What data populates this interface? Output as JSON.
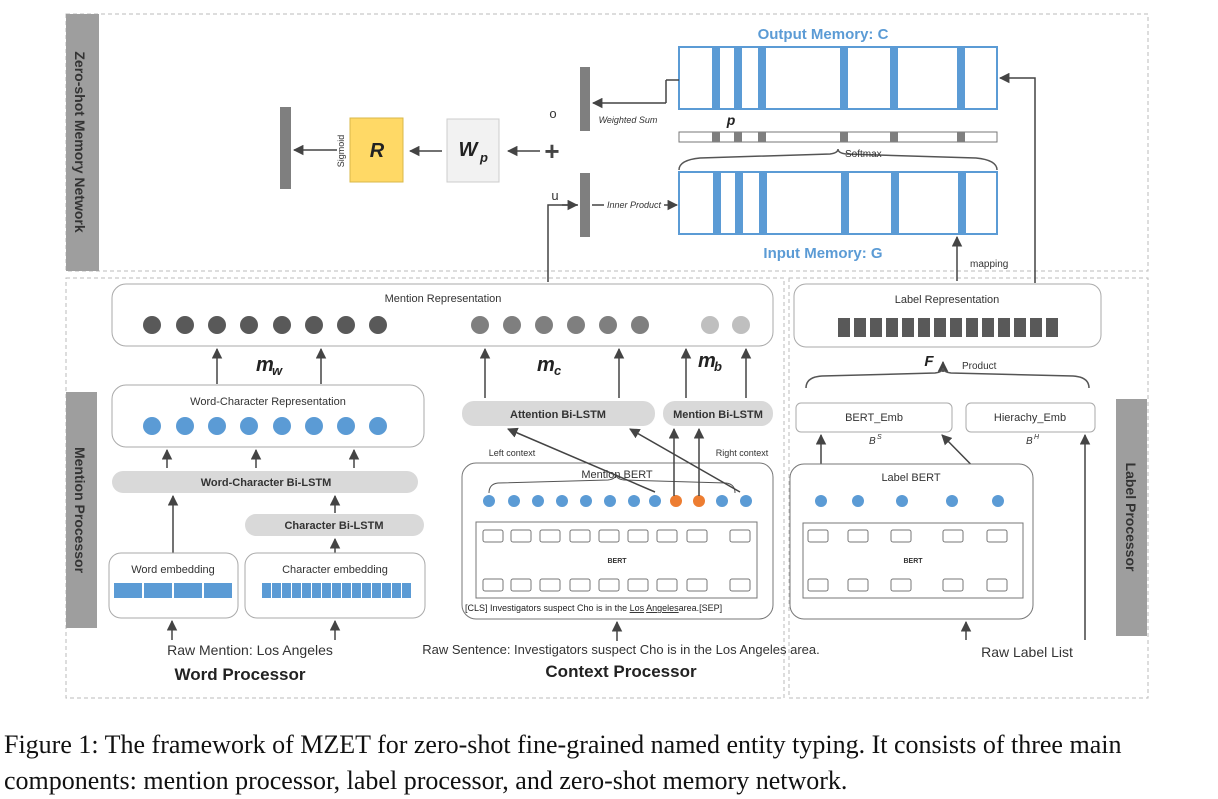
{
  "zsmn": {
    "section_label": "Zero-shot Memory Network",
    "output_memory_title": "Output Memory: C",
    "input_memory_title": "Input Memory: G",
    "p_label": "p",
    "softmax_label": "Softmax",
    "weighted_sum_label": "Weighted Sum",
    "inner_product_label": "Inner Product",
    "o_label": "o",
    "u_label": "u",
    "plus_label": "+",
    "wp_main": "W",
    "wp_sub": "p",
    "r_label": "R",
    "sigmoid_label": "Sigmoid",
    "mapping_label": "mapping"
  },
  "mention_processor": {
    "section_label": "Mention Processor",
    "mention_repr_title": "Mention Representation",
    "mw_main": "m",
    "mw_sub": "w",
    "mc_main": "m",
    "mc_sub": "c",
    "mb_main": "m",
    "mb_sub": "b",
    "word_char_repr_title": "Word-Character Representation",
    "word_char_bilstm": "Word-Character Bi-LSTM",
    "char_bilstm": "Character Bi-LSTM",
    "word_embedding": "Word embedding",
    "char_embedding": "Character embedding",
    "raw_mention": "Raw Mention: Los Angeles",
    "word_processor": "Word Processor",
    "attention_bilstm": "Attention Bi-LSTM",
    "mention_bilstm": "Mention Bi-LSTM",
    "left_context": "Left context",
    "right_context": "Right context",
    "mention_bert": "Mention BERT",
    "bert": "BERT",
    "sentence_tokens": {
      "pre": "[CLS] Investigators suspect  Cho  is in the ",
      "los": "Los",
      "sp": " ",
      "angeles": "Angeles",
      "post": "area.[SEP]"
    },
    "raw_sentence": "Raw Sentence: Investigators suspect Cho is in the Los Angeles area.",
    "context_processor": "Context Processor"
  },
  "label_processor": {
    "section_label": "Label Processor",
    "label_repr_title": "Label Representation",
    "f_label": "F",
    "product_label": "Product",
    "bert_emb": "BERT_Emb",
    "hierarchy_emb": "Hierachy_Emb",
    "bs_main": "B",
    "bs_sup": "S",
    "bh_main": "B",
    "bh_sup": "H",
    "label_bert": "Label BERT",
    "bert": "BERT",
    "raw_label_list": "Raw Label List"
  },
  "caption": "Figure 1: The framework of MZET for zero-shot fine-grained named entity typing. It consists of three main components: mention processor, label processor, and zero-shot memory network.",
  "colors": {
    "blue": "#5b9bd5",
    "orange": "#ed7d31",
    "dark_gray": "#595959",
    "mid_gray": "#7f7f7f",
    "light_gray": "#bfbfbf",
    "yellow": "#ffd966",
    "section_bar": "#9e9e9e"
  }
}
